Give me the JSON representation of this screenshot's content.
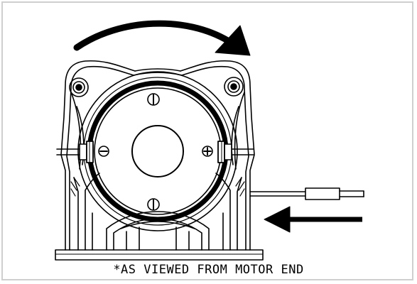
{
  "caption": "*AS VIEWED FROM MOTOR END",
  "colors": {
    "line": "#000000",
    "frame": "#cfcfcf",
    "background": "#ffffff"
  },
  "icons": {
    "rotation_arrow": "curved-arrow-clockwise",
    "cable_arrow": "arrow-left",
    "negative_terminal": "minus",
    "positive_terminal": "plus"
  }
}
